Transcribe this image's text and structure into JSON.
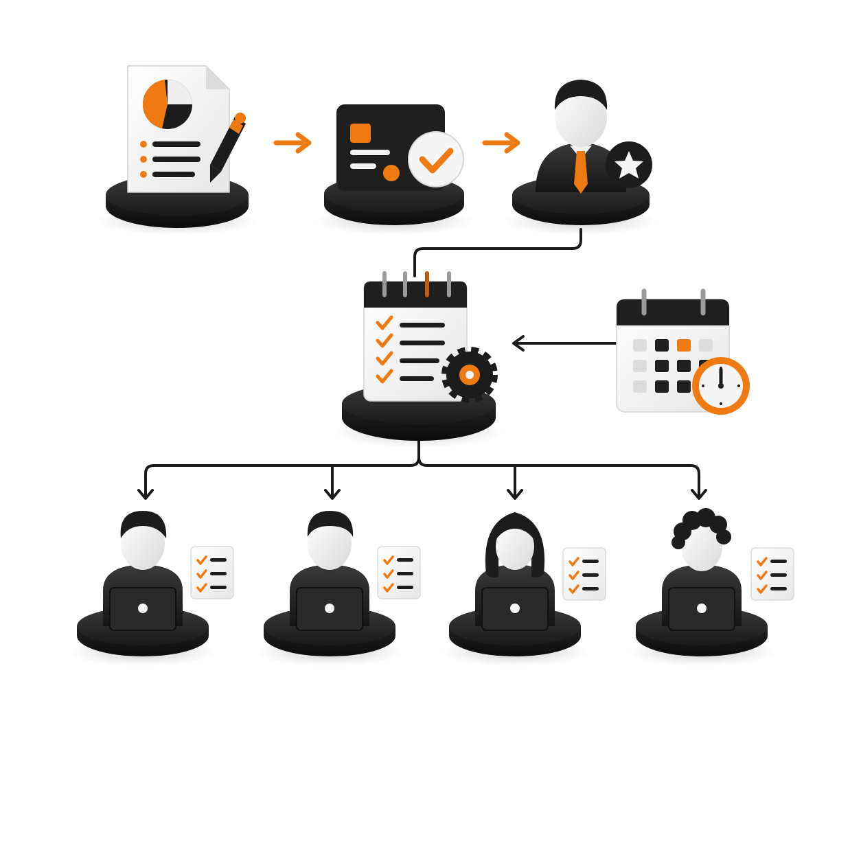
{
  "colors": {
    "accent": "#f07a12",
    "dark": "#1f1f1f",
    "light": "#f2f2f2",
    "line": "#1a1a1a"
  },
  "nodes": [
    {
      "id": "report",
      "icon": "report-document-pen-icon"
    },
    {
      "id": "approval",
      "icon": "card-checkmark-icon"
    },
    {
      "id": "manager",
      "icon": "manager-star-badge-icon"
    },
    {
      "id": "planner",
      "icon": "checklist-planner-gear-icon"
    },
    {
      "id": "schedule",
      "icon": "calendar-clock-icon"
    },
    {
      "id": "worker-1",
      "icon": "worker-laptop-icon"
    },
    {
      "id": "worker-2",
      "icon": "worker-laptop-icon"
    },
    {
      "id": "worker-3",
      "icon": "worker-laptop-icon"
    },
    {
      "id": "worker-4",
      "icon": "worker-laptop-icon"
    }
  ],
  "edges": [
    {
      "from": "report",
      "to": "approval"
    },
    {
      "from": "approval",
      "to": "manager"
    },
    {
      "from": "manager",
      "to": "planner"
    },
    {
      "from": "schedule",
      "to": "planner"
    },
    {
      "from": "planner",
      "to": "worker-1"
    },
    {
      "from": "planner",
      "to": "worker-2"
    },
    {
      "from": "planner",
      "to": "worker-3"
    },
    {
      "from": "planner",
      "to": "worker-4"
    }
  ]
}
